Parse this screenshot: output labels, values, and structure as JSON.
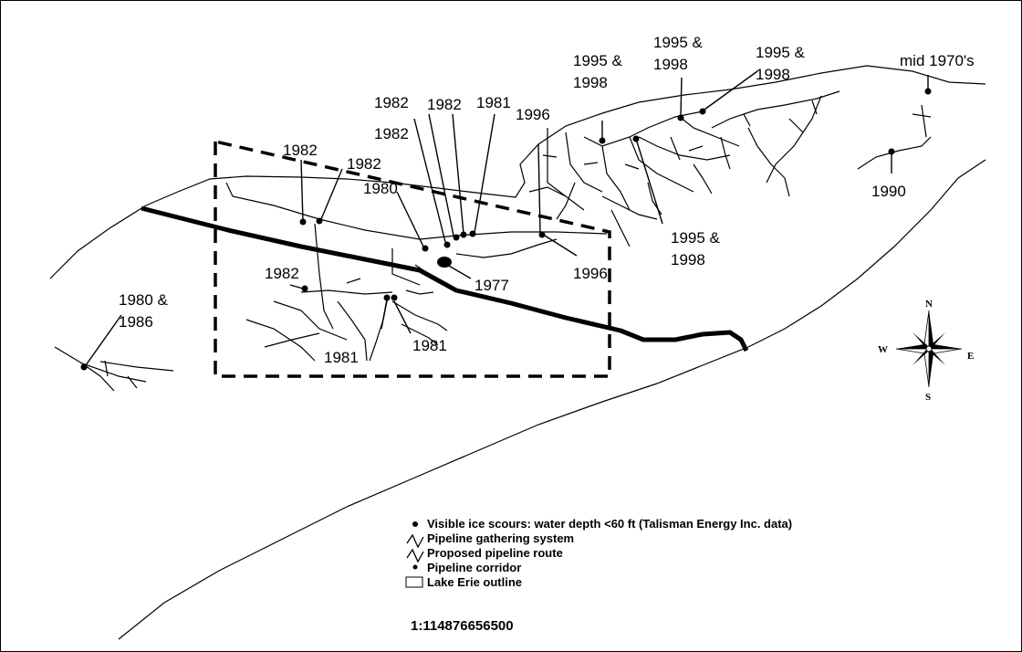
{
  "labels": {
    "y1982_a": "1982",
    "y1982_b": "1982",
    "y1980_area": "1980",
    "y1982_c": "1982",
    "y1982_d": "1982",
    "y1981_top": "1981",
    "y1982_e": "1982",
    "y1996_top": "1996",
    "y1995_1998_a": [
      "1995 &",
      "1998"
    ],
    "y1995_1998_b": [
      "1995 &",
      "1998"
    ],
    "y1995_1998_c": [
      "1995 &",
      "1998"
    ],
    "mid_1970s": "mid 1970's",
    "y1990": "1990",
    "y1995_1998_d": [
      "1995 &",
      "1998"
    ],
    "y1996_bottom": "1996",
    "y1977": "1977",
    "y1982_f": "1982",
    "y1981_a": "1981",
    "y1981_b": "1981",
    "y1980_1986": [
      "1980 &",
      "1986"
    ]
  },
  "compass": {
    "north": "N",
    "south": "S",
    "east": "E",
    "west": "W"
  },
  "legend": [
    {
      "symbol": "dot",
      "text": "Visible ice scours: water depth <60 ft (Talisman Energy Inc. data)"
    },
    {
      "symbol": "zigzag",
      "text": "Pipeline gathering system"
    },
    {
      "symbol": "zigzag",
      "text": "Proposed pipeline route"
    },
    {
      "symbol": "dot",
      "text": "Pipeline corridor"
    },
    {
      "symbol": "box",
      "text": "Lake Erie outline"
    }
  ],
  "scale": "1:114876656500"
}
